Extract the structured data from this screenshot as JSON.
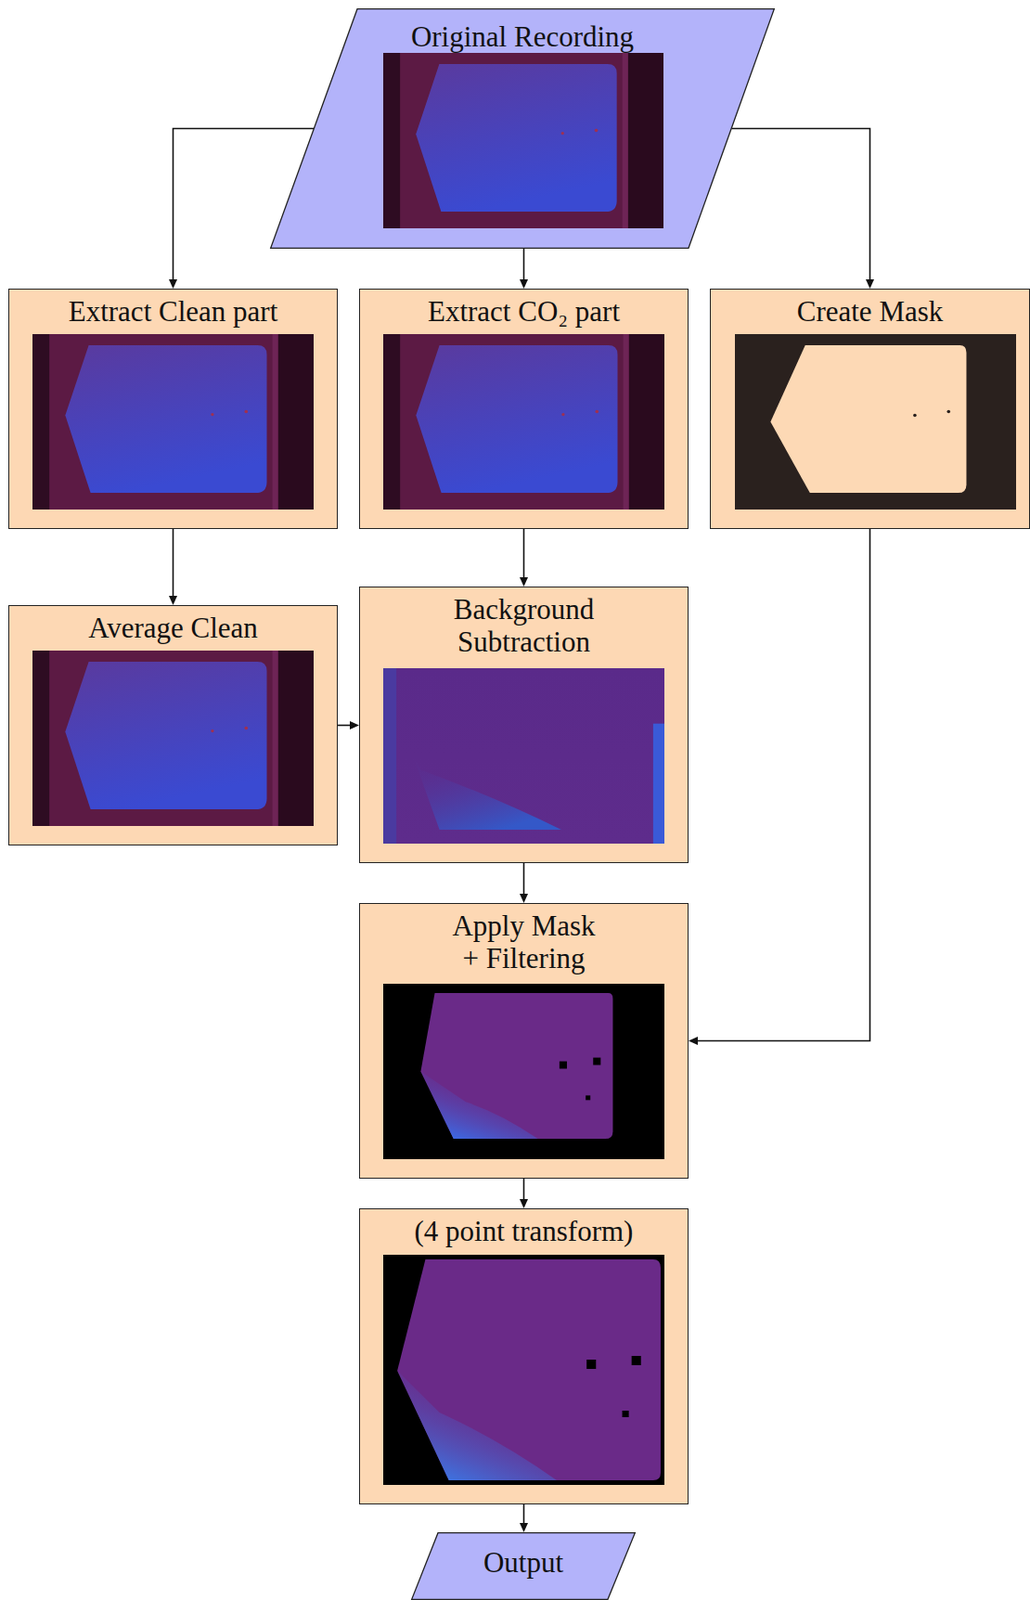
{
  "diagram": {
    "nodes": [
      {
        "text": [
          "Original Recording"
        ]
      },
      {
        "text": [
          "Extract Clean part"
        ]
      },
      {
        "text": [
          "Extract CO₂ part"
        ]
      },
      {
        "text": [
          "Create Mask"
        ]
      },
      {
        "text": [
          "Average Clean"
        ]
      },
      {
        "text": [
          "Background Subtraction"
        ]
      },
      {
        "text": [
          "Apply Mask + Filtering"
        ]
      },
      {
        "text": [
          "(4 point transform)"
        ]
      },
      {
        "text": [
          "Output"
        ]
      }
    ],
    "edges": [
      {
        "from": 0,
        "to": 1,
        "arrow": "to"
      },
      {
        "from": 0,
        "to": 2,
        "arrow": "to"
      },
      {
        "from": 0,
        "to": 3,
        "arrow": "to"
      },
      {
        "from": 1,
        "to": 4,
        "arrow": "to"
      },
      {
        "from": 2,
        "to": 5,
        "arrow": "to"
      },
      {
        "from": 4,
        "to": 5,
        "arrow": "to"
      },
      {
        "from": 3,
        "to": 6,
        "arrow": "to"
      },
      {
        "from": 5,
        "to": 6,
        "arrow": "to"
      },
      {
        "from": 6,
        "to": 7,
        "arrow": "to"
      },
      {
        "from": 7,
        "to": 8,
        "arrow": "to"
      }
    ]
  }
}
